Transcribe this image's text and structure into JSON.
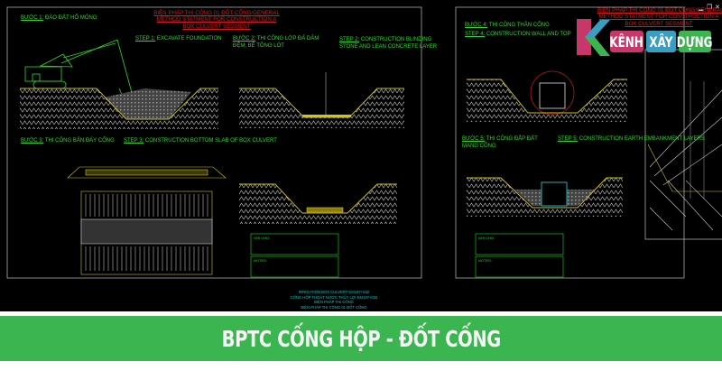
{
  "sheet_left": {
    "title_lines": [
      "BIỆN PHÁP THI CÔNG 01 ĐỐT CỐNG/GENERAL",
      "METHOD STATMENT FOR CONSTRUCTION A",
      "BOX CULVERT SEGMENT"
    ],
    "step1_vi": {
      "num": "BƯỚC 1:",
      "text": "ĐÀO ĐẤT HỐ MÓNG"
    },
    "step1_en": {
      "num": "STEP 1:",
      "text": "EXCAVATE FOUNDATION"
    },
    "step2_vi": {
      "num": "BƯỚC 2:",
      "text": "THI CÔNG LỚP ĐÁ DĂM ĐỆM, BÊ TÔNG LÓT"
    },
    "step2_en": {
      "num": "STEP 2:",
      "text": "CONSTRUCTION BLINDING",
      "text2": "STONE AND LEAN CONCRETE LAYER"
    },
    "step3_vi": {
      "num": "BƯỚC 3:",
      "text": "THI CÔNG BẢN ĐÁY CỐNG"
    },
    "step3_en": {
      "num": "STEP 3:",
      "text": "CONSTRUCTION BOTTOM SLAB OF BOX CULVERT"
    },
    "notes_vi": "GHI CHÚ:",
    "notes_en": "NOTES:"
  },
  "title_block": [
    "IRRIGATION BOX CULVERT KM197+032",
    "CỐNG HỘP THOÁT NƯỚC THỦY LỢI KM197+032",
    "BIỆN PHÁP THI CÔNG",
    "BIỆN PHÁP THI CÔNG 01 ĐỐT CỐNG"
  ],
  "sheet_right": {
    "title_lines": [
      "BIỆN PHÁP THI CÔNG 01 ĐỐT CỐNG/GENERAL",
      "METHOD STATMENT FOR CONSTRUCTION A",
      "BOX CULVERT SEGMENT"
    ],
    "step4_vi": {
      "num": "BƯỚC 4:",
      "text": "THI CÔNG THÂN CỐNG"
    },
    "step4_en": {
      "num": "STEP 4:",
      "text": "CONSTRUCTION WALL AND TOP"
    },
    "step5_vi": {
      "num": "BƯỚC 5:",
      "text": "THI CÔNG ĐẮP ĐẤT MANG CỐNG"
    },
    "step5_en": {
      "num": "STEP 5:",
      "text": "CONSTRUCTION EARTH EMBANKMENT LAYERS"
    },
    "notes_vi": "GHI CHÚ:",
    "notes_en": "NOTES:"
  },
  "logo": {
    "words": [
      "KÊNH",
      "XÂY",
      "DỰNG"
    ],
    "colors": [
      "#c8376a",
      "#3a9ec2",
      "#3bb54f"
    ]
  },
  "window_controls": [
    "minimize-icon",
    "restore-icon",
    "close-icon"
  ],
  "banner": {
    "text": "BPTC CỐNG HỘP - ĐỐT CỐNG",
    "color": "#3bb54f"
  },
  "colors": {
    "cad_bg": "#000000",
    "heading": "#22e01c",
    "title": "#e0161a",
    "ground": "#d4c21a",
    "title_block": "#19c6c6"
  }
}
